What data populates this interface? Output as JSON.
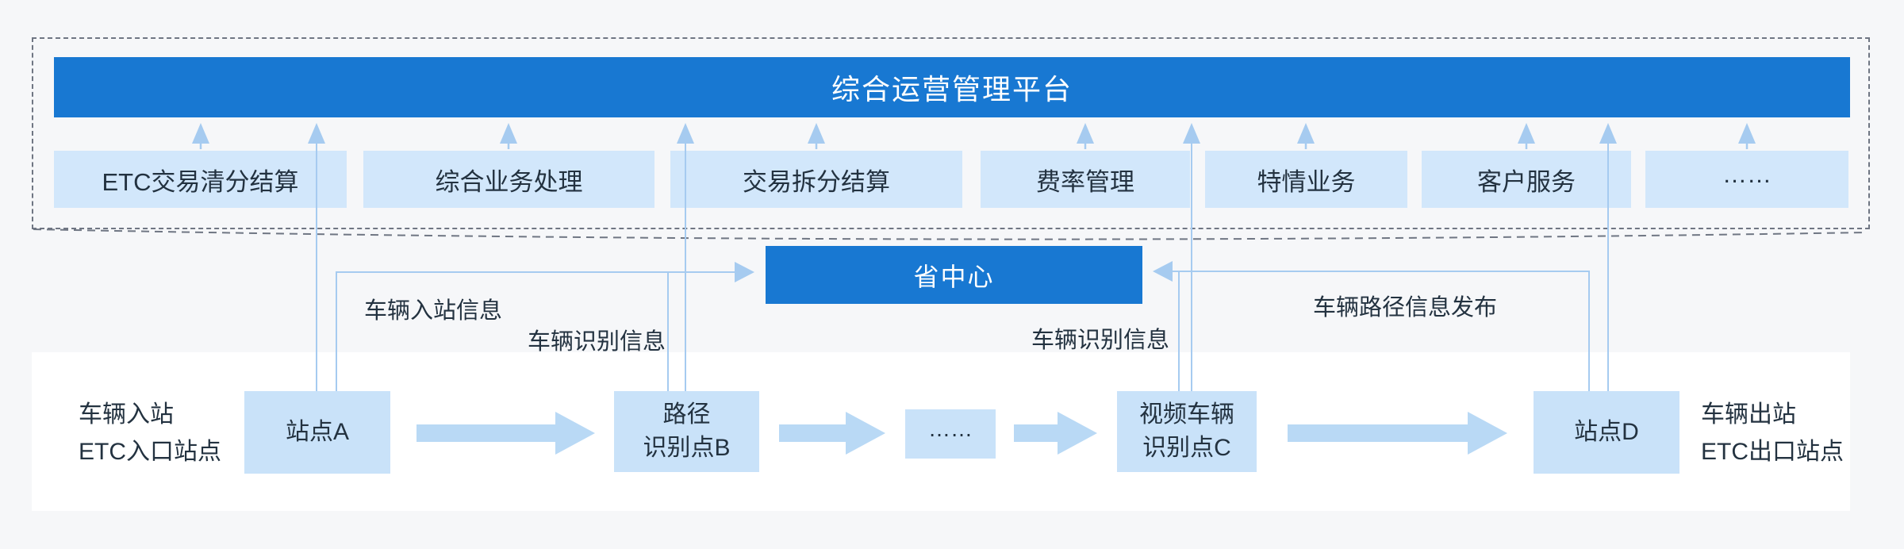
{
  "platform": {
    "title": "综合运营管理平台"
  },
  "modules": [
    {
      "label": "ETC交易清分结算"
    },
    {
      "label": "综合业务处理"
    },
    {
      "label": "交易拆分结算"
    },
    {
      "label": "费率管理"
    },
    {
      "label": "特情业务"
    },
    {
      "label": "客户服务"
    },
    {
      "label": "……"
    }
  ],
  "province_center": {
    "label": "省中心"
  },
  "connector_labels": {
    "entry_info": "车辆入站信息",
    "recognition_info_left": "车辆识别信息",
    "recognition_info_right": "车辆识别信息",
    "route_publish": "车辆路径信息发布"
  },
  "roadside": {
    "entry_caption_line1": "车辆入站",
    "entry_caption_line2": "ETC入口站点",
    "exit_caption_line1": "车辆出站",
    "exit_caption_line2": "ETC出口站点",
    "nodes": [
      {
        "lines": [
          "站点A"
        ]
      },
      {
        "lines": [
          "路径",
          "识别点B"
        ]
      },
      {
        "lines": [
          "……"
        ]
      },
      {
        "lines": [
          "视频车辆",
          "识别点C"
        ]
      },
      {
        "lines": [
          "站点D"
        ]
      }
    ]
  },
  "colors": {
    "primary_blue": "#1878d2",
    "module_box_fill": "#d2e7fb",
    "node_box_fill": "#c9e2f9",
    "connector_blue": "#a6cbf0",
    "flow_arrow_blue": "#b9d9f5",
    "dashed_border_gray": "#6f7683",
    "text_dark": "#233240",
    "background": "#f6f7f9",
    "panel_white": "#ffffff"
  }
}
